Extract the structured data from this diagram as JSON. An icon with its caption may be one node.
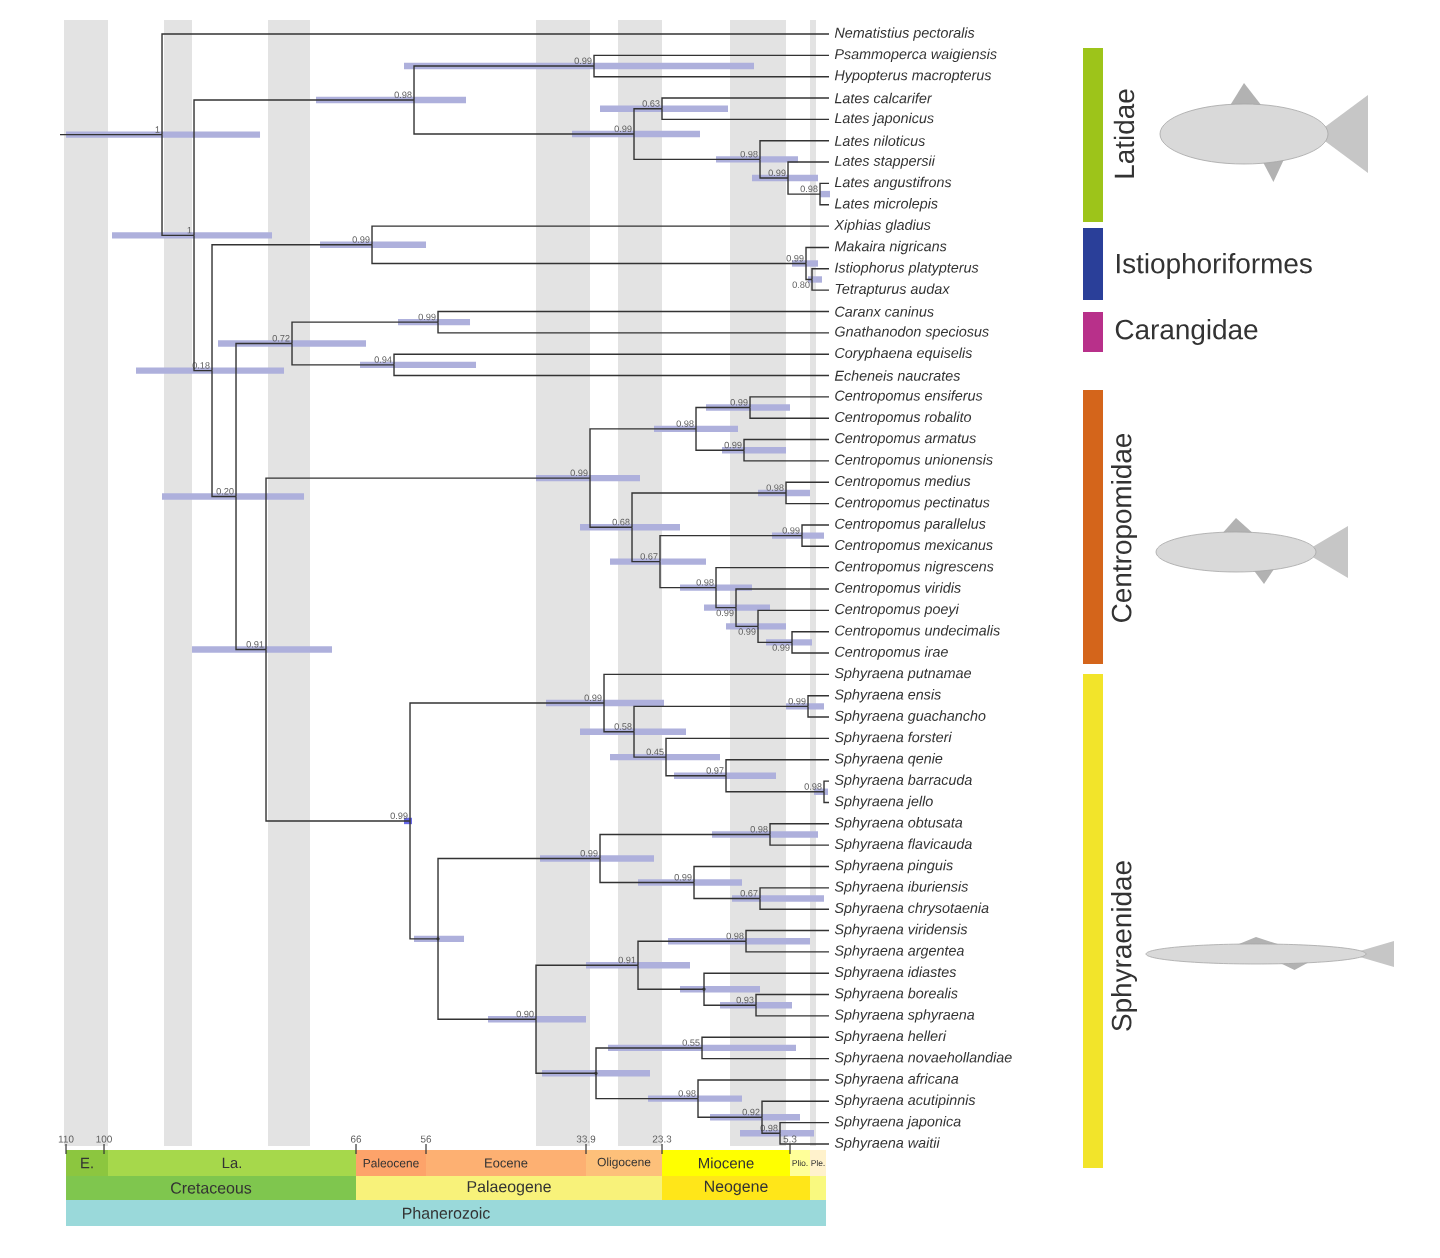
{
  "diagram": {
    "nodes": [
      {
        "text": [
          "Nematistius pectoralis"
        ]
      },
      {
        "text": [
          "Psammoperca waigiensis"
        ]
      },
      {
        "text": [
          "Hypopterus macropterus"
        ]
      },
      {
        "text": [
          "Lates calcarifer"
        ]
      },
      {
        "text": [
          "Lates japonicus"
        ]
      },
      {
        "text": [
          "Lates niloticus"
        ]
      },
      {
        "text": [
          "Lates stappersii"
        ]
      },
      {
        "text": [
          "Lates angustifrons"
        ]
      },
      {
        "text": [
          "Lates microlepis"
        ]
      },
      {
        "text": [
          "Xiphias gladius"
        ]
      },
      {
        "text": [
          "Makaira nigricans"
        ]
      },
      {
        "text": [
          "Istiophorus platypterus"
        ]
      },
      {
        "text": [
          "Tetrapturus audax"
        ]
      },
      {
        "text": [
          "Caranx caninus"
        ]
      },
      {
        "text": [
          "Gnathanodon speciosus"
        ]
      },
      {
        "text": [
          "Coryphaena equiselis"
        ]
      },
      {
        "text": [
          "Echeneis naucrates"
        ]
      },
      {
        "text": [
          "Centropomus ensiferus"
        ]
      },
      {
        "text": [
          "Centropomus robalito"
        ]
      },
      {
        "text": [
          "Centropomus armatus"
        ]
      },
      {
        "text": [
          "Centropomus unionensis"
        ]
      },
      {
        "text": [
          "Centropomus medius"
        ]
      },
      {
        "text": [
          "Centropomus pectinatus"
        ]
      },
      {
        "text": [
          "Centropomus parallelus"
        ]
      },
      {
        "text": [
          "Centropomus mexicanus"
        ]
      },
      {
        "text": [
          "Centropomus nigrescens"
        ]
      },
      {
        "text": [
          "Centropomus viridis"
        ]
      },
      {
        "text": [
          "Centropomus poeyi"
        ]
      },
      {
        "text": [
          "Centropomus undecimalis"
        ]
      },
      {
        "text": [
          "Centropomus irae"
        ]
      },
      {
        "text": [
          "Sphyraena putnamae"
        ]
      },
      {
        "text": [
          "Sphyraena ensis"
        ]
      },
      {
        "text": [
          "Sphyraena guachancho"
        ]
      },
      {
        "text": [
          "Sphyraena forsteri"
        ]
      },
      {
        "text": [
          "Sphyraena qenie"
        ]
      },
      {
        "text": [
          "Sphyraena barracuda"
        ]
      },
      {
        "text": [
          "Sphyraena jello"
        ]
      },
      {
        "text": [
          "Sphyraena obtusata"
        ]
      },
      {
        "text": [
          "Sphyraena flavicauda"
        ]
      },
      {
        "text": [
          "Sphyraena pinguis"
        ]
      },
      {
        "text": [
          "Sphyraena iburiensis"
        ]
      },
      {
        "text": [
          "Sphyraena chrysotaenia"
        ]
      },
      {
        "text": [
          "Sphyraena viridensis"
        ]
      },
      {
        "text": [
          "Sphyraena argentea"
        ]
      },
      {
        "text": [
          "Sphyraena idiastes"
        ]
      },
      {
        "text": [
          "Sphyraena borealis"
        ]
      },
      {
        "text": [
          "Sphyraena sphyraena"
        ]
      },
      {
        "text": [
          "Sphyraena helleri"
        ]
      },
      {
        "text": [
          "Sphyraena novaehollandiae"
        ]
      },
      {
        "text": [
          "Sphyraena africana"
        ]
      },
      {
        "text": [
          "Sphyraena acutipinnis"
        ]
      },
      {
        "text": [
          "Sphyraena japonica"
        ]
      },
      {
        "text": [
          "Sphyraena waitii"
        ]
      },
      {
        "text": [
          "1"
        ]
      },
      {
        "text": [
          "1"
        ]
      },
      {
        "text": [
          "0.98"
        ]
      },
      {
        "text": [
          "0.99"
        ]
      },
      {
        "text": [
          "0.99"
        ]
      },
      {
        "text": [
          "0.63"
        ]
      },
      {
        "text": [
          "0.98"
        ]
      },
      {
        "text": [
          "0.99"
        ]
      },
      {
        "text": [
          "0.98"
        ]
      },
      {
        "text": [
          "0.18"
        ]
      },
      {
        "text": [
          "0.99"
        ]
      },
      {
        "text": [
          "0.99"
        ]
      },
      {
        "text": [
          "0.80"
        ]
      },
      {
        "text": [
          "0.20"
        ]
      },
      {
        "text": [
          "0.72"
        ]
      },
      {
        "text": [
          "0.99"
        ]
      },
      {
        "text": [
          "0.94"
        ]
      },
      {
        "text": [
          "0.91"
        ]
      },
      {
        "text": [
          "0.99"
        ]
      },
      {
        "text": [
          "0.98"
        ]
      },
      {
        "text": [
          "0.99"
        ]
      },
      {
        "text": [
          "0.99"
        ]
      },
      {
        "text": [
          "0.68"
        ]
      },
      {
        "text": [
          "0.98"
        ]
      },
      {
        "text": [
          "0.67"
        ]
      },
      {
        "text": [
          "0.99"
        ]
      },
      {
        "text": [
          "0.98"
        ]
      },
      {
        "text": [
          "0.99"
        ]
      },
      {
        "text": [
          "0.99"
        ]
      },
      {
        "text": [
          "0.99"
        ]
      },
      {
        "text": [
          "0.99"
        ]
      },
      {
        "text": [
          "0.99"
        ]
      },
      {
        "text": [
          "0.58"
        ]
      },
      {
        "text": [
          "0.99"
        ]
      },
      {
        "text": [
          "0.45"
        ]
      },
      {
        "text": [
          "0.97"
        ]
      },
      {
        "text": [
          "0.98"
        ]
      },
      {
        "text": [],
        "shape": "point"
      },
      {
        "text": [
          "0.99"
        ]
      },
      {
        "text": [
          "0.98"
        ]
      },
      {
        "text": [
          "0.99"
        ]
      },
      {
        "text": [
          "0.67"
        ]
      },
      {
        "text": [
          "0.90"
        ]
      },
      {
        "text": [
          "0.91"
        ]
      },
      {
        "text": [
          "0.98"
        ]
      },
      {
        "text": [],
        "shape": "point"
      },
      {
        "text": [
          "0.93"
        ]
      },
      {
        "text": [],
        "shape": "point"
      },
      {
        "text": [
          "0.55"
        ]
      },
      {
        "text": [
          "0.98"
        ]
      },
      {
        "text": [
          "0.92"
        ]
      },
      {
        "text": [
          "0.98"
        ]
      },
      {
        "text": [
          "Latidae"
        ]
      },
      {
        "text": [
          "Istiophoriformes"
        ]
      },
      {
        "text": [
          "Carangidae"
        ]
      },
      {
        "text": [
          "Centropomidae"
        ]
      },
      {
        "text": [
          "Sphyraenidae"
        ]
      },
      {
        "text": [
          "E."
        ]
      },
      {
        "text": [
          "La."
        ]
      },
      {
        "text": [
          "Paleocene"
        ]
      },
      {
        "text": [
          "Eocene"
        ]
      },
      {
        "text": [
          "Oligocene"
        ]
      },
      {
        "text": [
          "Miocene"
        ]
      },
      {
        "text": [
          "Plio."
        ]
      },
      {
        "text": [
          "Ple."
        ]
      },
      {
        "text": [
          "Cretaceous"
        ]
      },
      {
        "text": [
          "Palaeogene"
        ]
      },
      {
        "text": [
          "Neogene"
        ]
      },
      {
        "text": [],
        "shape": "band"
      },
      {
        "text": [
          "Phanerozoic"
        ]
      }
    ],
    "edges": [
      {
        "from": null,
        "to": 53,
        "arrow": "none"
      },
      {
        "from": 53,
        "to": 0,
        "arrow": "none"
      },
      {
        "from": 53,
        "to": 54,
        "arrow": "none"
      },
      {
        "from": 54,
        "to": 55,
        "arrow": "none"
      },
      {
        "from": 54,
        "to": 62,
        "arrow": "none"
      },
      {
        "from": 55,
        "to": 56,
        "arrow": "none"
      },
      {
        "from": 55,
        "to": 57,
        "arrow": "none"
      },
      {
        "from": 56,
        "to": 1,
        "arrow": "none"
      },
      {
        "from": 56,
        "to": 2,
        "arrow": "none"
      },
      {
        "from": 57,
        "to": 58,
        "arrow": "none"
      },
      {
        "from": 57,
        "to": 59,
        "arrow": "none"
      },
      {
        "from": 58,
        "to": 3,
        "arrow": "none"
      },
      {
        "from": 58,
        "to": 4,
        "arrow": "none"
      },
      {
        "from": 59,
        "to": 5,
        "arrow": "none"
      },
      {
        "from": 59,
        "to": 60,
        "arrow": "none"
      },
      {
        "from": 60,
        "to": 6,
        "arrow": "none"
      },
      {
        "from": 60,
        "to": 61,
        "arrow": "none"
      },
      {
        "from": 61,
        "to": 7,
        "arrow": "none"
      },
      {
        "from": 61,
        "to": 8,
        "arrow": "none"
      },
      {
        "from": 62,
        "to": 63,
        "arrow": "none"
      },
      {
        "from": 62,
        "to": 66,
        "arrow": "none"
      },
      {
        "from": 63,
        "to": 9,
        "arrow": "none"
      },
      {
        "from": 63,
        "to": 64,
        "arrow": "none"
      },
      {
        "from": 64,
        "to": 10,
        "arrow": "none"
      },
      {
        "from": 64,
        "to": 65,
        "arrow": "none"
      },
      {
        "from": 65,
        "to": 11,
        "arrow": "none"
      },
      {
        "from": 65,
        "to": 12,
        "arrow": "none"
      },
      {
        "from": 66,
        "to": 67,
        "arrow": "none"
      },
      {
        "from": 66,
        "to": 70,
        "arrow": "none"
      },
      {
        "from": 67,
        "to": 68,
        "arrow": "none"
      },
      {
        "from": 67,
        "to": 69,
        "arrow": "none"
      },
      {
        "from": 68,
        "to": 13,
        "arrow": "none"
      },
      {
        "from": 68,
        "to": 14,
        "arrow": "none"
      },
      {
        "from": 69,
        "to": 15,
        "arrow": "none"
      },
      {
        "from": 69,
        "to": 16,
        "arrow": "none"
      },
      {
        "from": 70,
        "to": 71,
        "arrow": "none"
      },
      {
        "from": 70,
        "to": 83,
        "arrow": "none"
      },
      {
        "from": 71,
        "to": 72,
        "arrow": "none"
      },
      {
        "from": 71,
        "to": 75,
        "arrow": "none"
      },
      {
        "from": 72,
        "to": 73,
        "arrow": "none"
      },
      {
        "from": 72,
        "to": 74,
        "arrow": "none"
      },
      {
        "from": 73,
        "to": 17,
        "arrow": "none"
      },
      {
        "from": 73,
        "to": 18,
        "arrow": "none"
      },
      {
        "from": 74,
        "to": 19,
        "arrow": "none"
      },
      {
        "from": 74,
        "to": 20,
        "arrow": "none"
      },
      {
        "from": 75,
        "to": 76,
        "arrow": "none"
      },
      {
        "from": 75,
        "to": 77,
        "arrow": "none"
      },
      {
        "from": 76,
        "to": 21,
        "arrow": "none"
      },
      {
        "from": 76,
        "to": 22,
        "arrow": "none"
      },
      {
        "from": 77,
        "to": 78,
        "arrow": "none"
      },
      {
        "from": 77,
        "to": 79,
        "arrow": "none"
      },
      {
        "from": 78,
        "to": 23,
        "arrow": "none"
      },
      {
        "from": 78,
        "to": 24,
        "arrow": "none"
      },
      {
        "from": 79,
        "to": 25,
        "arrow": "none"
      },
      {
        "from": 79,
        "to": 80,
        "arrow": "none"
      },
      {
        "from": 80,
        "to": 26,
        "arrow": "none"
      },
      {
        "from": 80,
        "to": 81,
        "arrow": "none"
      },
      {
        "from": 81,
        "to": 27,
        "arrow": "none"
      },
      {
        "from": 81,
        "to": 82,
        "arrow": "none"
      },
      {
        "from": 82,
        "to": 28,
        "arrow": "none"
      },
      {
        "from": 82,
        "to": 29,
        "arrow": "none"
      },
      {
        "from": 83,
        "to": 84,
        "arrow": "none"
      },
      {
        "from": 83,
        "to": 90,
        "arrow": "none"
      },
      {
        "from": 84,
        "to": 30,
        "arrow": "none"
      },
      {
        "from": 84,
        "to": 85,
        "arrow": "none"
      },
      {
        "from": 85,
        "to": 86,
        "arrow": "none"
      },
      {
        "from": 85,
        "to": 87,
        "arrow": "none"
      },
      {
        "from": 86,
        "to": 31,
        "arrow": "none"
      },
      {
        "from": 86,
        "to": 32,
        "arrow": "none"
      },
      {
        "from": 87,
        "to": 33,
        "arrow": "none"
      },
      {
        "from": 87,
        "to": 88,
        "arrow": "none"
      },
      {
        "from": 88,
        "to": 34,
        "arrow": "none"
      },
      {
        "from": 88,
        "to": 89,
        "arrow": "none"
      },
      {
        "from": 89,
        "to": 35,
        "arrow": "none"
      },
      {
        "from": 89,
        "to": 36,
        "arrow": "none"
      },
      {
        "from": 90,
        "to": 91,
        "arrow": "none"
      },
      {
        "from": 90,
        "to": 95,
        "arrow": "none"
      },
      {
        "from": 91,
        "to": 92,
        "arrow": "none"
      },
      {
        "from": 91,
        "to": 93,
        "arrow": "none"
      },
      {
        "from": 92,
        "to": 37,
        "arrow": "none"
      },
      {
        "from": 92,
        "to": 38,
        "arrow": "none"
      },
      {
        "from": 93,
        "to": 39,
        "arrow": "none"
      },
      {
        "from": 93,
        "to": 94,
        "arrow": "none"
      },
      {
        "from": 94,
        "to": 40,
        "arrow": "none"
      },
      {
        "from": 94,
        "to": 41,
        "arrow": "none"
      },
      {
        "from": 95,
        "to": 96,
        "arrow": "none"
      },
      {
        "from": 95,
        "to": 100,
        "arrow": "none"
      },
      {
        "from": 96,
        "to": 97,
        "arrow": "none"
      },
      {
        "from": 96,
        "to": 98,
        "arrow": "none"
      },
      {
        "from": 97,
        "to": 42,
        "arrow": "none"
      },
      {
        "from": 97,
        "to": 43,
        "arrow": "none"
      },
      {
        "from": 98,
        "to": 44,
        "arrow": "none"
      },
      {
        "from": 98,
        "to": 99,
        "arrow": "none"
      },
      {
        "from": 99,
        "to": 45,
        "arrow": "none"
      },
      {
        "from": 99,
        "to": 46,
        "arrow": "none"
      },
      {
        "from": 100,
        "to": 101,
        "arrow": "none"
      },
      {
        "from": 100,
        "to": 102,
        "arrow": "none"
      },
      {
        "from": 101,
        "to": 47,
        "arrow": "none"
      },
      {
        "from": 101,
        "to": 48,
        "arrow": "none"
      },
      {
        "from": 102,
        "to": 49,
        "arrow": "none"
      },
      {
        "from": 102,
        "to": 103,
        "arrow": "none"
      },
      {
        "from": 103,
        "to": 50,
        "arrow": "none"
      },
      {
        "from": 103,
        "to": 104,
        "arrow": "none"
      },
      {
        "from": 104,
        "to": 51,
        "arrow": "none"
      },
      {
        "from": 104,
        "to": 52,
        "arrow": "none"
      }
    ],
    "labels": [
      "110",
      "100",
      "66",
      "56",
      "33.9",
      "23.3",
      "5.3"
    ]
  }
}
